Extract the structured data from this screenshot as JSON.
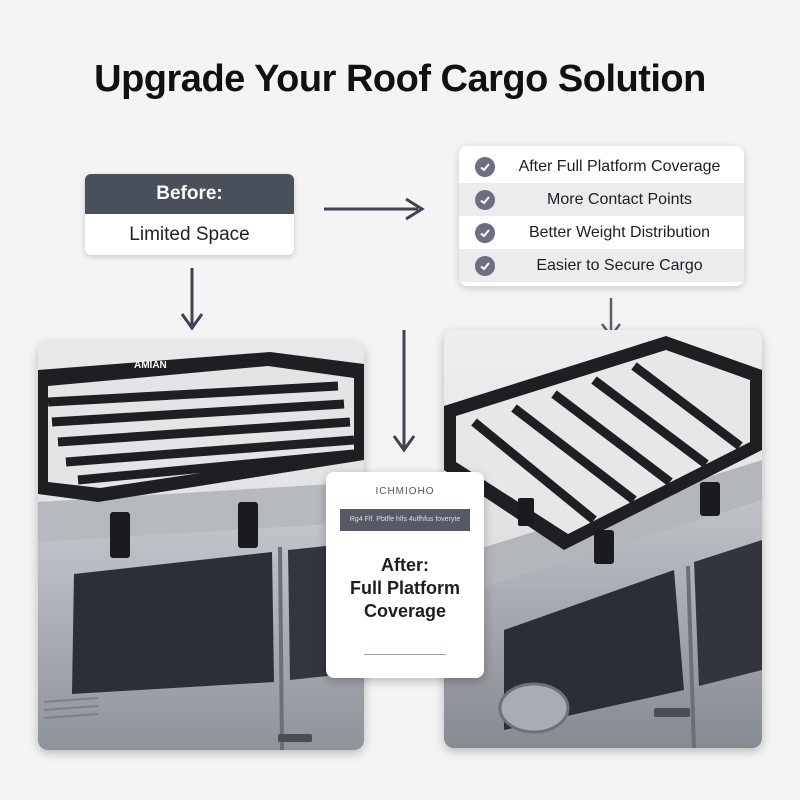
{
  "title": "Upgrade Your Roof Cargo Solution",
  "before": {
    "header": "Before:",
    "body": "Limited Space"
  },
  "checklist": [
    {
      "icon": "check-circle-icon",
      "text": "After Full Platform Coverage"
    },
    {
      "icon": "check-circle-icon",
      "text": "More Contact Points"
    },
    {
      "icon": "check-circle-icon",
      "text": "Better Weight Distribution"
    },
    {
      "icon": "check-circle-icon",
      "text": "Easier to Secure Cargo"
    }
  ],
  "after": {
    "logo_text": "ICHMIOHO",
    "strip_text": "Rg4 Flf. Pbtlfe hlfs 4ulfhfus foveryte",
    "line1": "After:",
    "line2": "Full Platform",
    "line3": "Coverage"
  },
  "rack_brand": "AMIAN",
  "colors": {
    "accent": "#4a4f5c",
    "arrow": "#3f4452",
    "background": "#f4f4f5"
  }
}
